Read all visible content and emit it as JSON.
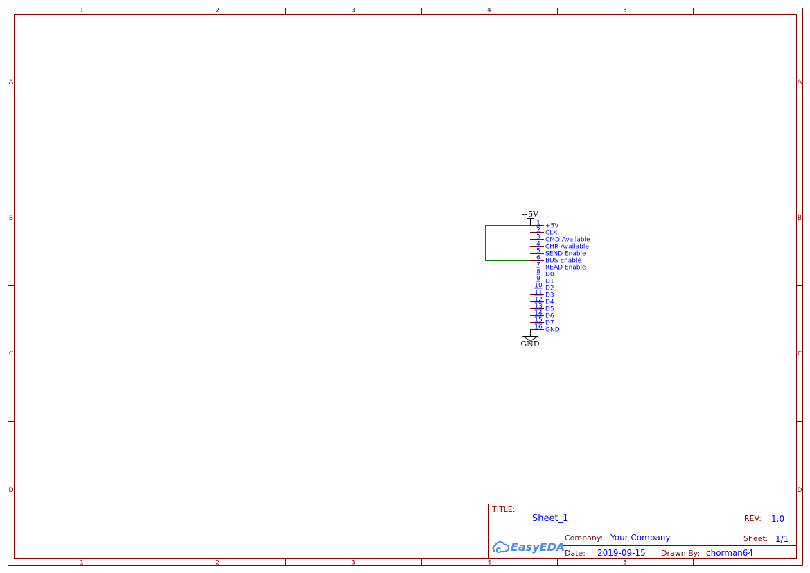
{
  "frame": {
    "columns": [
      "1",
      "2",
      "3",
      "4",
      "5"
    ],
    "rows": [
      "A",
      "B",
      "C",
      "D"
    ]
  },
  "schematic": {
    "power_label": "+5V",
    "ground_label": "GND",
    "pins": [
      {
        "num": "1",
        "name": "+5V"
      },
      {
        "num": "2",
        "name": "CLK"
      },
      {
        "num": "3",
        "name": "CMD Available"
      },
      {
        "num": "4",
        "name": "CHR Available"
      },
      {
        "num": "5",
        "name": "SEND Enable"
      },
      {
        "num": "6",
        "name": "BUS Enable"
      },
      {
        "num": "7",
        "name": "READ Enable"
      },
      {
        "num": "8",
        "name": "D0"
      },
      {
        "num": "9",
        "name": "D1"
      },
      {
        "num": "10",
        "name": "D2"
      },
      {
        "num": "11",
        "name": "D3"
      },
      {
        "num": "12",
        "name": "D4"
      },
      {
        "num": "13",
        "name": "D5"
      },
      {
        "num": "14",
        "name": "D6"
      },
      {
        "num": "15",
        "name": "D7"
      },
      {
        "num": "16",
        "name": "GND"
      }
    ]
  },
  "title_block": {
    "title_label": "TITLE:",
    "title": "Sheet_1",
    "rev_label": "REV:",
    "rev": "1.0",
    "company_label": "Company:",
    "company": "Your Company",
    "sheet_label": "Sheet:",
    "sheet": "1/1",
    "date_label": "Date:",
    "date": "2019-09-15",
    "drawn_by_label": "Drawn By:",
    "drawn_by": "chorman64",
    "logo_text": "EasyEDA",
    "logo_color": "#4a8ee8"
  }
}
